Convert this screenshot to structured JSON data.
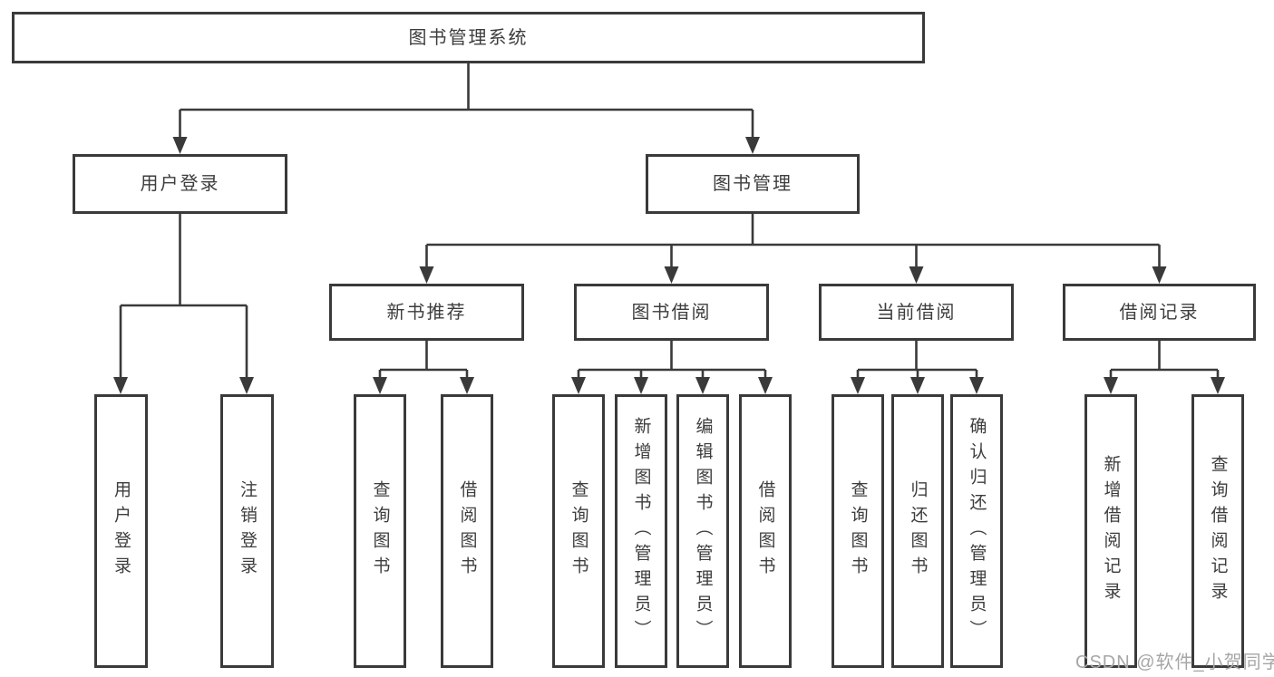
{
  "colors": {
    "background": "#ffffff",
    "box_fill": "#ffffff",
    "box_border": "#3a3a3a",
    "line": "#3a3a3a",
    "text": "#3d3d3d",
    "watermark": "#a6a6a6"
  },
  "watermark": {
    "text": "CSDN @软件_小贺同学"
  },
  "diagram": {
    "root": {
      "label": "图书管理系统"
    },
    "branches": [
      {
        "label": "用户登录",
        "children": [
          {
            "label": "用户登录"
          },
          {
            "label": "注销登录"
          }
        ]
      },
      {
        "label": "图书管理",
        "children": [
          {
            "label": "新书推荐",
            "children": [
              {
                "label": "查询图书"
              },
              {
                "label": "借阅图书"
              }
            ]
          },
          {
            "label": "图书借阅",
            "children": [
              {
                "label": "查询图书"
              },
              {
                "label": "新增图书（管理员）"
              },
              {
                "label": "编辑图书（管理员）"
              },
              {
                "label": "借阅图书"
              }
            ]
          },
          {
            "label": "当前借阅",
            "children": [
              {
                "label": "查询图书"
              },
              {
                "label": "归还图书"
              },
              {
                "label": "确认归还（管理员）"
              }
            ]
          },
          {
            "label": "借阅记录",
            "children": [
              {
                "label": "新增借阅记录"
              },
              {
                "label": "查询借阅记录"
              }
            ]
          }
        ]
      }
    ]
  }
}
